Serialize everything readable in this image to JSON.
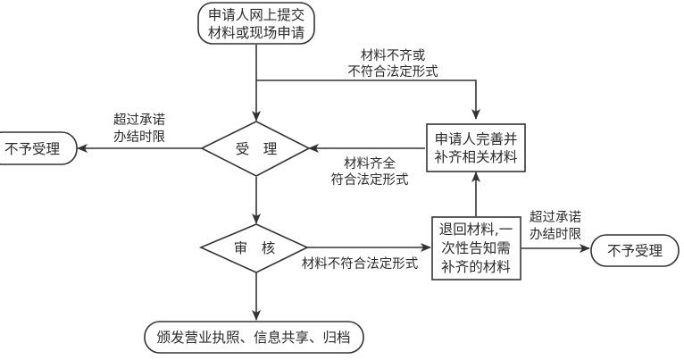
{
  "nodes": {
    "start": {
      "lines": [
        "申请人网上提交",
        "材料或现场申请"
      ]
    },
    "accept": {
      "label": "受　理"
    },
    "review": {
      "label": "审　核"
    },
    "reject_left": {
      "label": "不予受理"
    },
    "reject_right": {
      "label": "不予受理"
    },
    "supplement": {
      "lines": [
        "申请人完善并",
        "补齐相关材料"
      ]
    },
    "return": {
      "lines": [
        "退回材料,一",
        "次性告知需",
        "补齐的材料"
      ]
    },
    "end": {
      "label": "颁发营业执照、信息共享、归档"
    }
  },
  "edges": {
    "incomplete": {
      "lines": [
        "材料不齐或",
        "不符合法定形式"
      ]
    },
    "timeout_left": {
      "lines": [
        "超过承诺",
        "办结时限"
      ]
    },
    "complete": {
      "lines": [
        "材料齐全",
        "符合法定形式"
      ]
    },
    "nonconform": {
      "label": "材料不符合法定形式"
    },
    "timeout_right": {
      "lines": [
        "超过承诺",
        "办结时限"
      ]
    }
  }
}
